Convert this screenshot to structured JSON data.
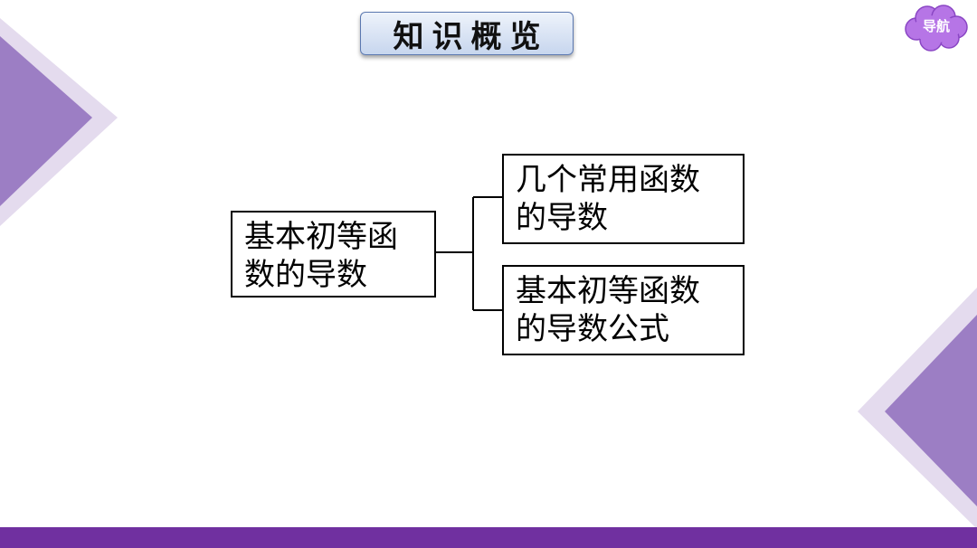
{
  "header": {
    "title": "知识概览"
  },
  "nav_button": {
    "label": "导航",
    "icon": "cloud-icon"
  },
  "diagram": {
    "root": {
      "line1": "基本初等函",
      "line2": "数的导数"
    },
    "children": [
      {
        "line1": "几个常用函数",
        "line2": "的导数"
      },
      {
        "line1": "基本初等函数",
        "line2": "的导数公式"
      }
    ]
  },
  "colors": {
    "accent_purple": "#7030a0",
    "triangle_dark": "#9c7ec4",
    "triangle_light": "#e4dbee",
    "nav_cloud": "#b675e6",
    "title_border": "#5b78b0"
  }
}
